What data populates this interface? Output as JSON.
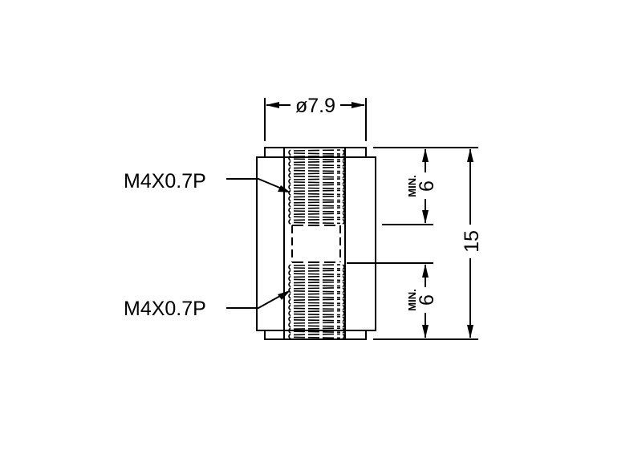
{
  "drawing": {
    "diameter_label": "ø7.9",
    "thread_callouts": [
      "M4X0.7P",
      "M4X0.7P"
    ],
    "depth_dims": [
      {
        "prefix": "MIN.",
        "value": "6"
      },
      {
        "prefix": "MIN.",
        "value": "6"
      }
    ],
    "overall_length": "15",
    "line_color": "#000000"
  }
}
